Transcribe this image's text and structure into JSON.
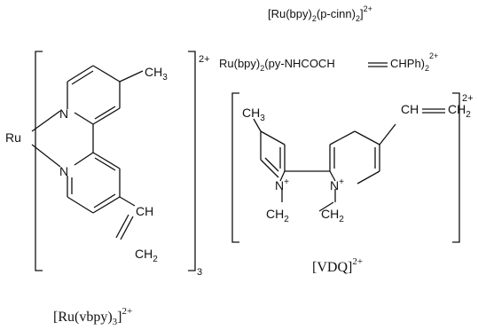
{
  "formulas": {
    "cinn": {
      "prefix": "[Ru(bpy)",
      "sub1": "2",
      "mid": "(p-cinn)",
      "sub2": "2",
      "bracket": "]",
      "charge": "2+"
    },
    "amide": {
      "prefix": "Ru(bpy)",
      "sub1": "2",
      "mid": "(py-NHCOCH",
      "tail": "CHPh)",
      "sub2": "2",
      "charge": "2+"
    }
  },
  "left_structure": {
    "metal": "Ru",
    "n_top": "N",
    "n_bottom": "N",
    "methyl_main": "CH",
    "methyl_sub": "3",
    "vinyl_ch": "CH",
    "vinyl_ch2_main": "CH",
    "vinyl_ch2_sub": "2",
    "charge": "2+",
    "count": "3",
    "caption": {
      "prefix": "[Ru(vbpy)",
      "sub": "3",
      "bracket": "]",
      "charge": "2+"
    }
  },
  "right_structure": {
    "methyl_main": "CH",
    "methyl_sub": "3",
    "vinyl_left": "CH",
    "vinyl_right_main": "CH",
    "vinyl_right_sub": "2",
    "n_left": "N",
    "n_left_charge": "+",
    "n_right": "N",
    "n_right_charge": "+",
    "bridge_left_main": "CH",
    "bridge_left_sub": "2",
    "bridge_right_main": "CH",
    "bridge_right_sub": "2",
    "charge": "2+",
    "caption": {
      "text": "[VDQ]",
      "charge": "2+"
    }
  }
}
